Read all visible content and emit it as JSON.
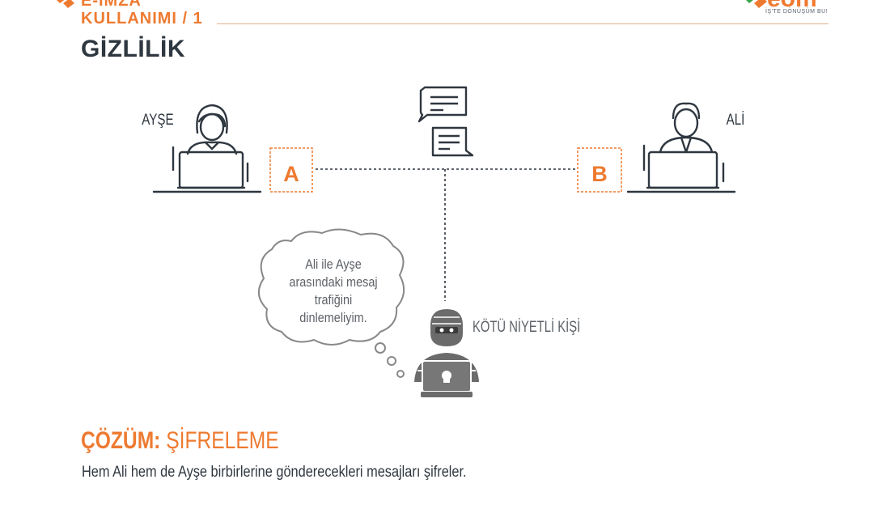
{
  "header": {
    "top_label": "E-İMZA",
    "subtitle": "KULLANIMI / 1",
    "title": "GİZLİLİK"
  },
  "logo": {
    "brand": "eom",
    "tagline": "İŞ'TE DÖNÜŞÜM BU!"
  },
  "diagram": {
    "person_a_name": "AYŞE",
    "person_b_name": "ALİ",
    "box_a_label": "A",
    "box_b_label": "B",
    "thought_lines": [
      "Ali ile Ayşe",
      "arasındaki mesaj",
      "trafiğini",
      "dinlemeliyim."
    ],
    "attacker_label": "KÖTÜ NİYETLİ KİŞİ"
  },
  "solution": {
    "label": "ÇÖZÜM:",
    "method": "ŞİFRELEME",
    "description": "Hem Ali hem de Ayşe birbirlerine gönderecekleri mesajları şifreler."
  },
  "colors": {
    "accent": "#ee7a30",
    "dark": "#2f3740",
    "grey": "#777777"
  },
  "icons": [
    "woman-at-laptop-icon",
    "man-at-laptop-icon",
    "chat-bubbles-icon",
    "hacker-icon",
    "thought-cloud-icon",
    "eom-logo-icon"
  ]
}
